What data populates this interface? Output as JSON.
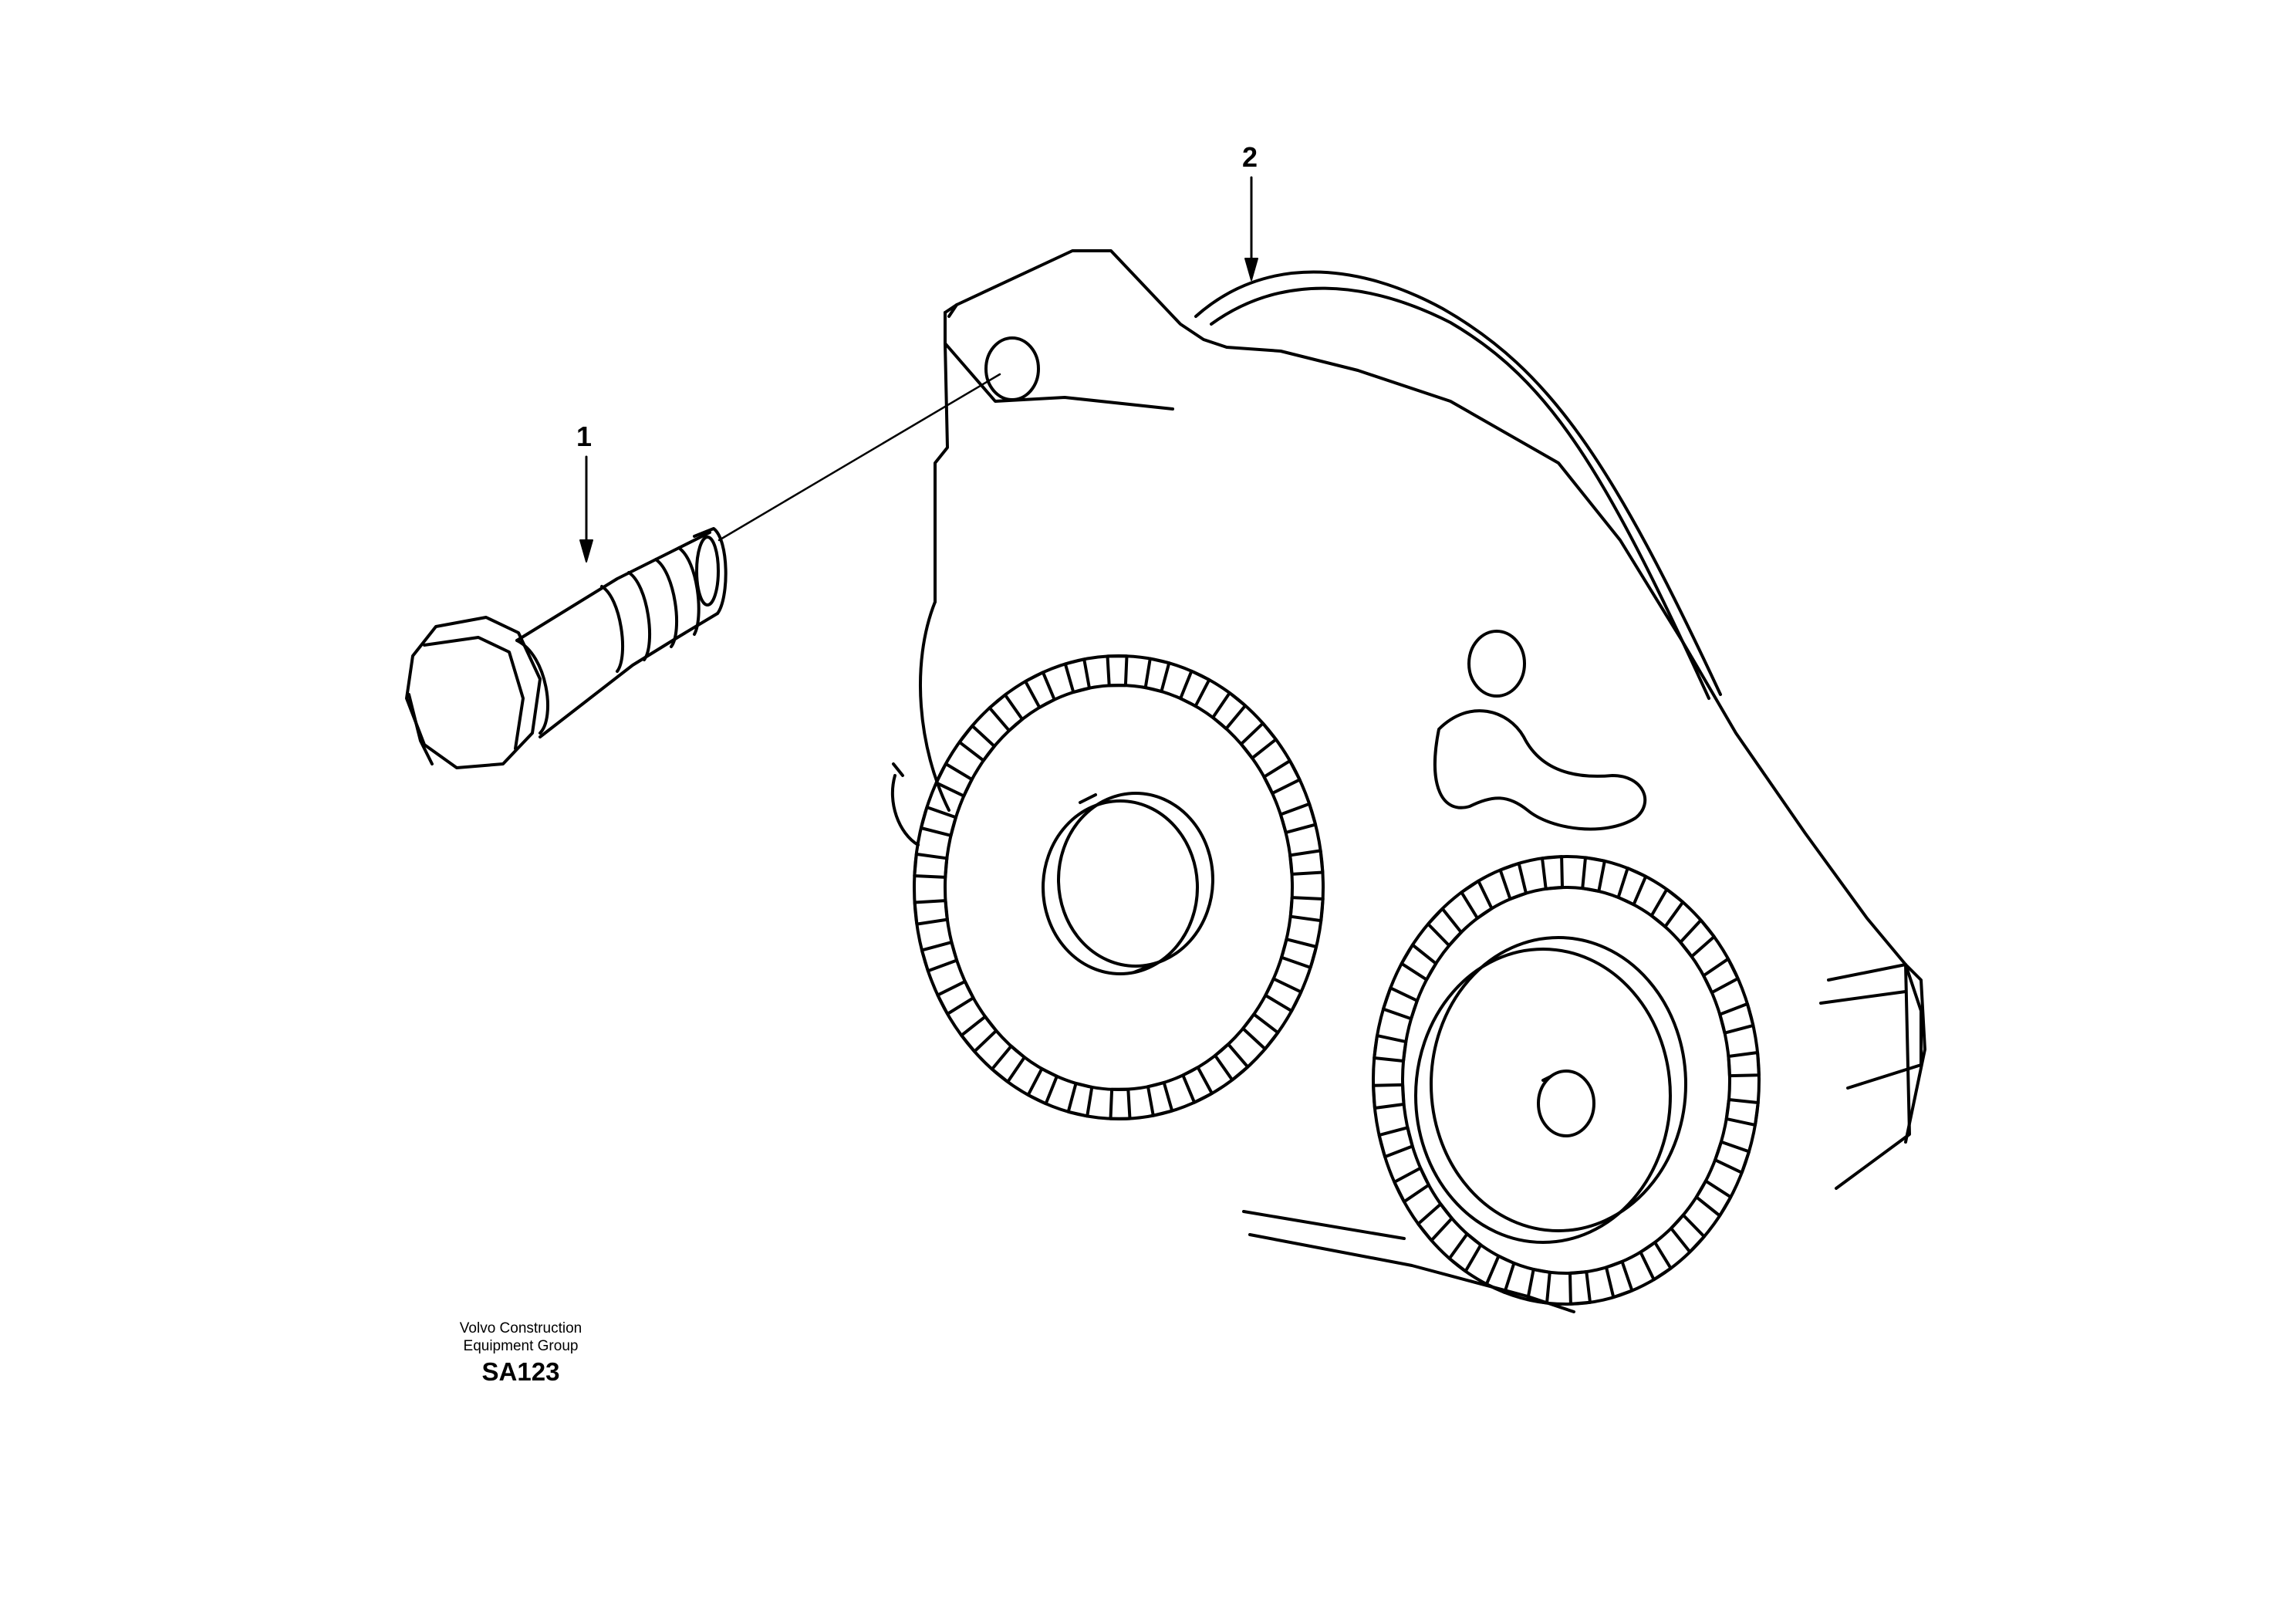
{
  "callouts": {
    "part_1": "1",
    "part_2": "2"
  },
  "brand": {
    "line1": "Volvo Construction",
    "line2": "Equipment Group",
    "code": "SA123"
  },
  "parts": [
    {
      "label": "1",
      "icon": "hex-bolt-icon"
    },
    {
      "label": "2",
      "icon": "oil-pump-gear-assembly-icon"
    }
  ],
  "colors": {
    "ink": "#000000",
    "paper": "#ffffff"
  }
}
